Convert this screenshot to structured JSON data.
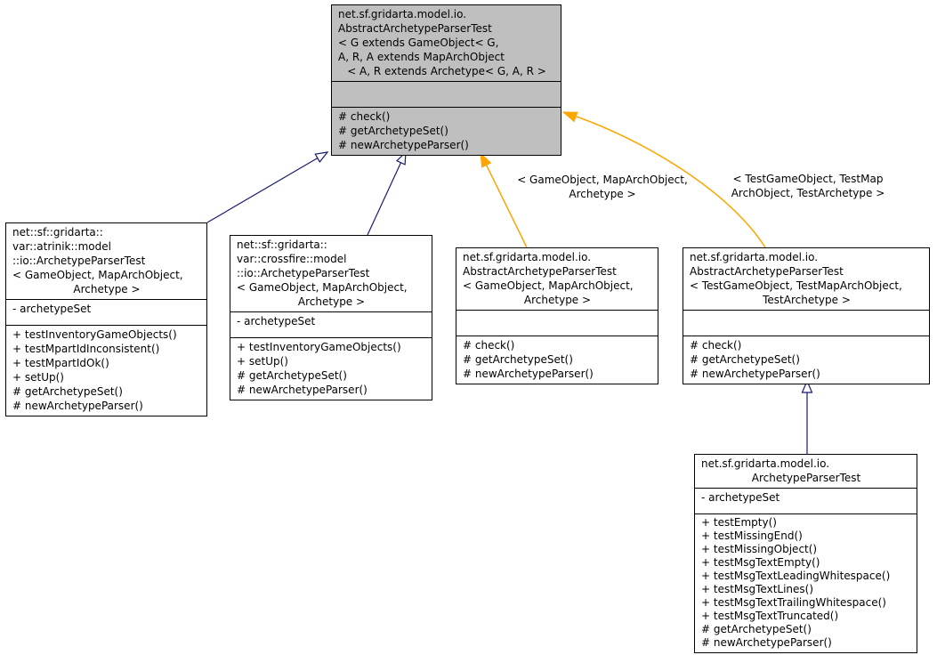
{
  "diagram": {
    "colors": {
      "inheritance": "#191970",
      "template": "#ffa500",
      "root_fill": "#bfbfbf",
      "node_fill": "#ffffff",
      "border": "#000000"
    },
    "nodes": [
      {
        "id": "abstract-archetype-parser-test-generic",
        "title_lines": [
          "net.sf.gridarta.model.io.",
          "AbstractArchetypeParserTest",
          "< G extends GameObject< G,",
          " A, R, A extends MapArchObject",
          "< A, R extends Archetype< G, A, R >"
        ],
        "attributes": [],
        "methods": [
          "# check()",
          "# getArchetypeSet()",
          "# newArchetypeParser()"
        ]
      },
      {
        "id": "atrinik-archetype-parser-test",
        "title_lines": [
          "net::sf::gridarta::",
          "var::atrinik::model",
          "::io::ArchetypeParserTest",
          "< GameObject, MapArchObject,",
          "Archetype >"
        ],
        "attributes": [
          "- archetypeSet"
        ],
        "methods": [
          "+ testInventoryGameObjects()",
          "+ testMpartIdInconsistent()",
          "+ testMpartIdOk()",
          "+ setUp()",
          "# getArchetypeSet()",
          "# newArchetypeParser()"
        ]
      },
      {
        "id": "crossfire-archetype-parser-test",
        "title_lines": [
          "net::sf::gridarta::",
          "var::crossfire::model",
          "::io::ArchetypeParserTest",
          "< GameObject, MapArchObject,",
          "Archetype >"
        ],
        "attributes": [
          "- archetypeSet"
        ],
        "methods": [
          "+ testInventoryGameObjects()",
          "+ setUp()",
          "# getArchetypeSet()",
          "# newArchetypeParser()"
        ]
      },
      {
        "id": "abstract-archetype-parser-test-instance",
        "title_lines": [
          "net.sf.gridarta.model.io.",
          "AbstractArchetypeParserTest",
          "< GameObject, MapArchObject,",
          "Archetype >"
        ],
        "attributes": [],
        "methods": [
          "# check()",
          "# getArchetypeSet()",
          "# newArchetypeParser()"
        ]
      },
      {
        "id": "abstract-archetype-parser-test-test-instance",
        "title_lines": [
          "net.sf.gridarta.model.io.",
          "AbstractArchetypeParserTest",
          "< TestGameObject, TestMapArchObject,",
          "TestArchetype >"
        ],
        "attributes": [],
        "methods": [
          "# check()",
          "# getArchetypeSet()",
          "# newArchetypeParser()"
        ]
      },
      {
        "id": "archetype-parser-test",
        "title_lines": [
          "net.sf.gridarta.model.io.",
          "ArchetypeParserTest"
        ],
        "attributes": [
          "- archetypeSet"
        ],
        "methods": [
          "+ testEmpty()",
          "+ testMissingEnd()",
          "+ testMissingObject()",
          "+ testMsgTextEmpty()",
          "+ testMsgTextLeadingWhitespace()",
          "+ testMsgTextLines()",
          "+ testMsgTextTrailingWhitespace()",
          "+ testMsgTextTruncated()",
          "# getArchetypeSet()",
          "# newArchetypeParser()"
        ]
      }
    ],
    "edge_labels": [
      {
        "lines": [
          "< GameObject, MapArchObject,",
          "Archetype >"
        ]
      },
      {
        "lines": [
          "< TestGameObject, TestMap",
          "ArchObject, TestArchetype >"
        ]
      }
    ]
  }
}
